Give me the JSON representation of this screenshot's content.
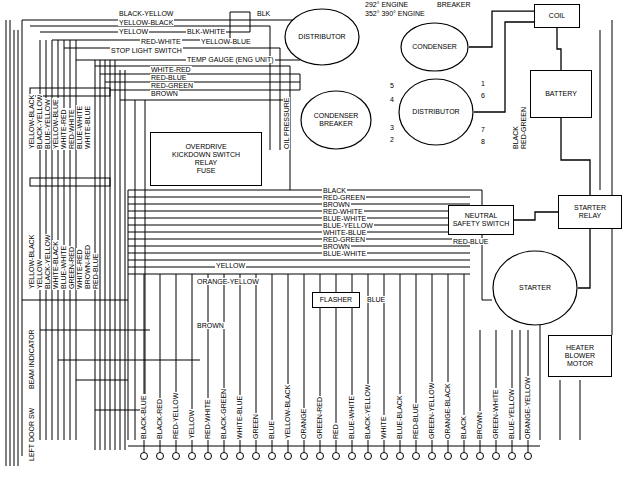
{
  "diagram": {
    "nodes": [
      {
        "text": [
          "DISTRIBUTOR"
        ]
      },
      {
        "text": [
          "CONDENSER"
        ]
      },
      {
        "text": [
          "COIL"
        ]
      },
      {
        "text": [
          "CONDENSER",
          "BREAKER"
        ]
      },
      {
        "text": [
          "DISTRIBUTOR"
        ]
      },
      {
        "text": [
          "BATTERY"
        ]
      },
      {
        "text": [
          "OVERDRIVE",
          "KICKDOWN SWITCH",
          "RELAY",
          "FUSE"
        ]
      },
      {
        "text": [
          "STARTER RELAY"
        ]
      },
      {
        "text": [
          "NEUTRAL SAFETY SWITCH"
        ]
      },
      {
        "text": [
          "STARTER"
        ]
      },
      {
        "text": [
          "FLASHER"
        ]
      },
      {
        "text": [
          "HEATER BLOWER MOTOR"
        ]
      }
    ],
    "edges": [
      {
        "from": 1,
        "to": 2,
        "arrow": "none"
      },
      {
        "from": 4,
        "to": 2,
        "arrow": "none"
      },
      {
        "from": 2,
        "to": 5,
        "arrow": "none"
      },
      {
        "from": 5,
        "to": 7,
        "arrow": "none"
      },
      {
        "from": 8,
        "to": 7,
        "arrow": "none"
      },
      {
        "from": 7,
        "to": 9,
        "arrow": "none"
      }
    ],
    "labels": [
      "BLACK-YELLOW",
      "BLK",
      "YELLOW-BLACK",
      "YELLOW",
      "BLK-WHITE",
      "RED-WHITE",
      "YELLOW-BLUE",
      "STOP LIGHT SWITCH",
      "TEMP GAUGE (ENG UNIT)",
      "WHITE-RED",
      "RED-BLUE",
      "RED-GREEN",
      "BROWN",
      "292° ENGINE",
      "BREAKER",
      "352° 390° ENGINE",
      "OIL PRESSURE",
      "5",
      "1",
      "6",
      "4",
      "3",
      "7",
      "2",
      "8",
      "BLACK",
      "RED-GREEN",
      "YELLOW-BLACK",
      "BLACK-YELLOW",
      "BLUE-YELLOW",
      "YELLOW-BLUE",
      "WHITE-RED",
      "RED-WHITE",
      "BLUE-WHITE",
      "WHITE-BLUE",
      "YELLOW-BLACK",
      "YELLOW",
      "BLACK-YELLOW",
      "WHITE-BLACK",
      "BLUE-WHITE",
      "GREEN-RED",
      "WHITE-RED",
      "BROWN-RED",
      "RED-BLUE",
      "BEAM INDICATOR",
      "LEFT DOOR SW",
      "BLACK",
      "RED-GREEN",
      "BROWN",
      "RED-WHITE",
      "BLUE-WHITE",
      "BLUE-YELLOW",
      "WHITE-BLUE",
      "RED-GREEN",
      "BROWN",
      "BLUE-WHITE",
      "YELLOW",
      "RED-BLUE",
      "ORANGE-YELLOW",
      "BLUE",
      "BROWN",
      "BLACK-BLUE",
      "BLACK-RED",
      "RED-YELLOW",
      "YELLOW",
      "RED-WHITE",
      "BLACK-GREEN",
      "WHITE-BLUE",
      "GREEN",
      "BLUE",
      "YELLOW-BLACK",
      "ORANGE",
      "GREEN-RED",
      "RED",
      "BLUE-WHITE",
      "BLACK-YELLOW",
      "WHITE",
      "BLUE-BLACK",
      "RED-BLUE",
      "GREEN-YELLOW",
      "ORANGE-BLACK",
      "BLACK",
      "BROWN",
      "GREEN-WHITE",
      "BLUE-YELLOW",
      "ORANGE-YELLOW"
    ]
  }
}
